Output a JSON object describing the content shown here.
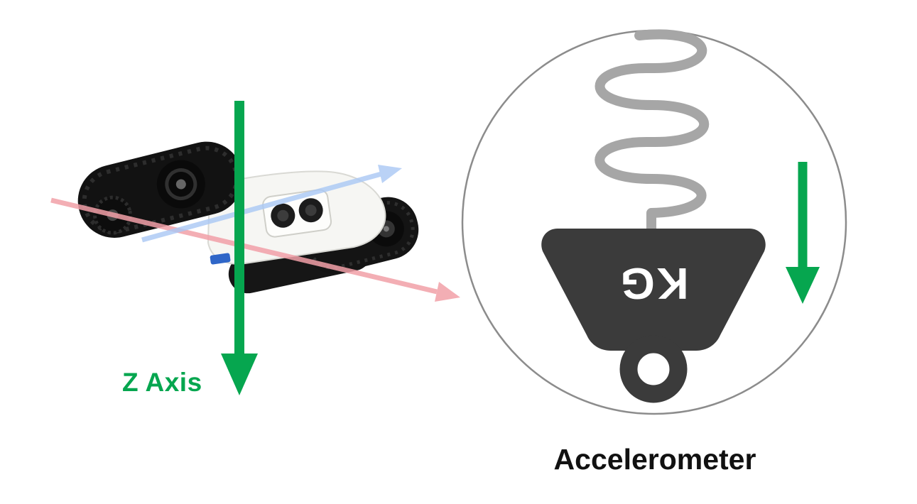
{
  "colors": {
    "green": "#06a64f",
    "red-axis": "#f2a0a8",
    "blue-axis": "#a9c8f5",
    "dark": "#3b3b3b",
    "spring": "#a6a6a6",
    "circle-border": "#8c8c8c",
    "text": "#111111"
  },
  "robot_diagram": {
    "z_axis_label": "Z Axis"
  },
  "accelerometer_diagram": {
    "caption": "Accelerometer",
    "weight_label": "KG"
  }
}
